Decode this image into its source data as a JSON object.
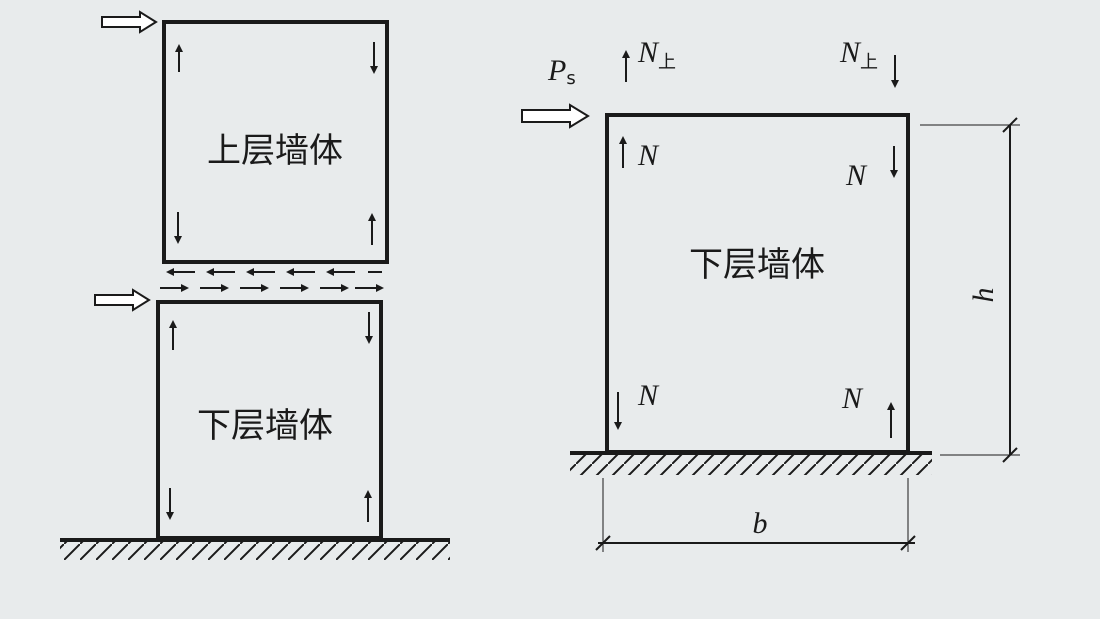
{
  "left_figure": {
    "upper_wall_label": "上层墙体",
    "lower_wall_label": "下层墙体"
  },
  "right_figure": {
    "wall_label": "下层墙体",
    "force_ps": "P",
    "force_ps_sub": "s",
    "n_upper": "N",
    "n_upper_sub": "上",
    "n": "N",
    "height_label": "h",
    "width_label": "b"
  }
}
